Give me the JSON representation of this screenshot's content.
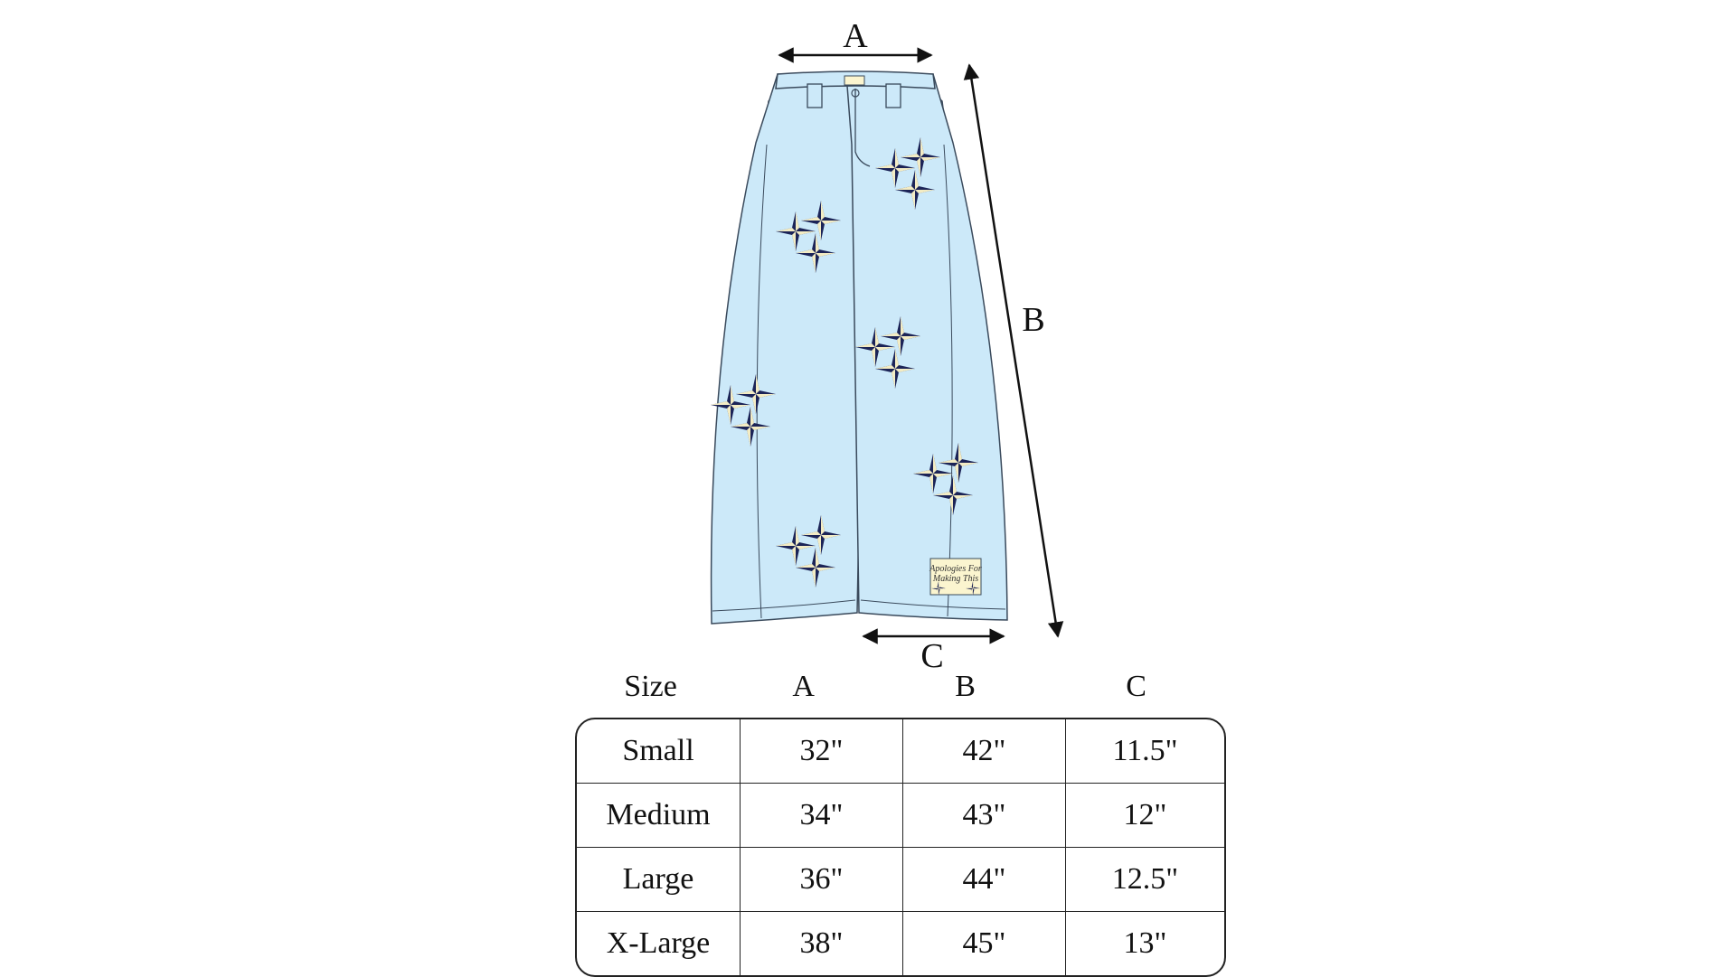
{
  "diagram": {
    "labels": {
      "a": "A",
      "b": "B",
      "c": "C"
    },
    "patch_text": {
      "line1": "Apologies For",
      "line2": "Making This"
    }
  },
  "colors": {
    "denim": "#cce9f9",
    "stroke": "#3a4a5c",
    "pocket": "#fbf5cf",
    "star_dark": "#1c2457",
    "star_light": "#f3ecc4"
  },
  "size_chart": {
    "headers": [
      "Size",
      "A",
      "B",
      "C"
    ],
    "rows": [
      {
        "size": "Small",
        "a": "32\"",
        "b": "42\"",
        "c": "11.5\""
      },
      {
        "size": "Medium",
        "a": "34\"",
        "b": "43\"",
        "c": "12\""
      },
      {
        "size": "Large",
        "a": "36\"",
        "b": "44\"",
        "c": "12.5\""
      },
      {
        "size": "X-Large",
        "a": "38\"",
        "b": "45\"",
        "c": "13\""
      }
    ]
  }
}
